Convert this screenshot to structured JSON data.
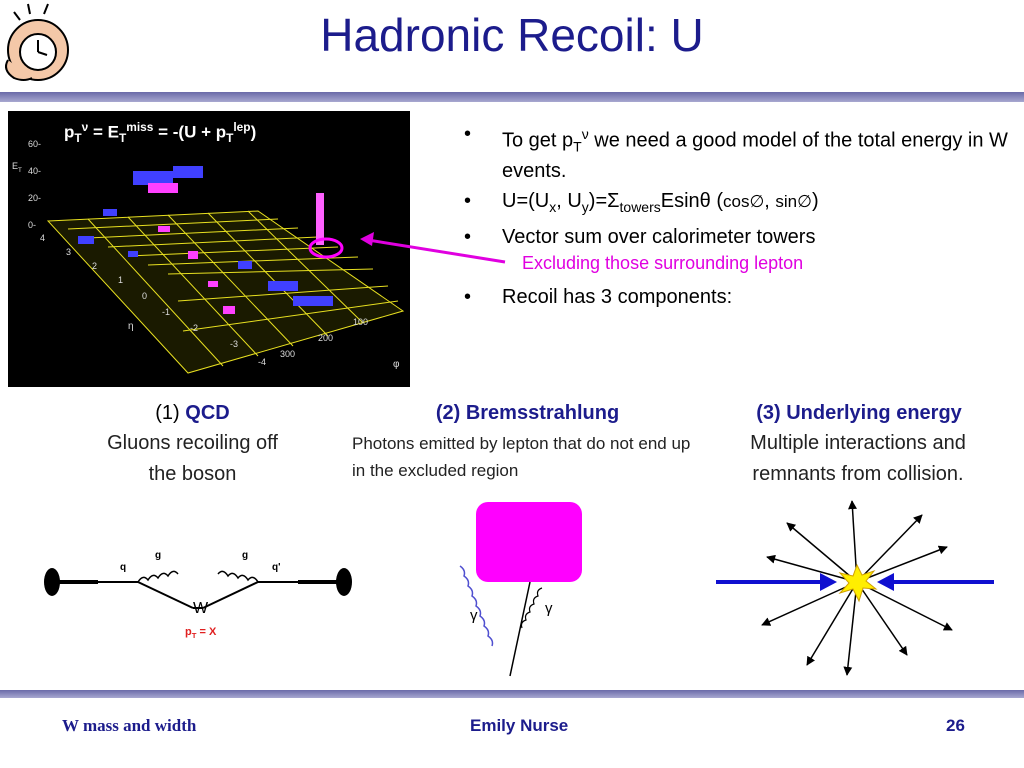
{
  "slide": {
    "title": "Hadronic Recoil: U",
    "plot_caption": {
      "pt": "p",
      "t_sub": "T",
      "nu_sup": "ν",
      "eq": " = E",
      "t_sub2": "T",
      "miss_sup": "miss",
      "rest": " = -(U + p",
      "t_sub3": "T",
      "lep_sup": "lep",
      "close": ")"
    },
    "plot_axes": {
      "et_label": "E",
      "et_sub": "T",
      "et_ticks": [
        "60-",
        "40-",
        "20-",
        "0-"
      ],
      "eta_label": "η",
      "eta_ticks": [
        "4",
        "3",
        "2",
        "1",
        "0",
        "-1",
        "-2",
        "-3",
        "-4"
      ],
      "phi_label": "φ",
      "phi_ticks": [
        "300",
        "200",
        "100"
      ]
    }
  },
  "bullets": {
    "b1": {
      "text_a": "To get p",
      "sub": "T",
      "sup": "ν",
      "text_b": " we need a good model of the total energy in W events."
    },
    "b2": {
      "a": "U=(U",
      "x": "x",
      "b": ", U",
      "y": "y",
      "c": ")=",
      "sigma": "Σ",
      "towers": "towers",
      "d": "Esinθ (",
      "cos": "cos∅",
      "e": ", ",
      "sin": "sin∅",
      "f": ")"
    },
    "b3": "Vector sum over calorimeter towers",
    "b3_sub": "Excluding those surrounding lepton",
    "b4": "Recoil has 3 components:",
    "bullet_char": "•"
  },
  "components": {
    "qcd": {
      "num": "(1) ",
      "name": "QCD",
      "desc_line1": "Gluons  recoiling off",
      "desc_line2": "the boson"
    },
    "brem": {
      "name": "(2) Bremsstrahlung",
      "desc": "Photons emitted by lepton that do not end up in the excluded region"
    },
    "ue": {
      "name": "(3) Underlying energy",
      "desc_line1": "Multiple interactions and",
      "desc_line2": "remnants from collision."
    }
  },
  "feynman": {
    "q": "q",
    "g1": "g",
    "g2": "g",
    "qbar": "q'",
    "w": "W",
    "pt_label": "p",
    "pt_sub": "T",
    "pt_eq": " = X"
  },
  "brem_diagram": {
    "gamma1": "γ",
    "gamma2": "γ"
  },
  "footer": {
    "left": "W mass and width",
    "center": "Emily Nurse",
    "page": "26"
  },
  "colors": {
    "title": "#1c1c8c",
    "accent": "#e000e0",
    "arrow_blue": "#1010d0",
    "star": "#ffee00"
  }
}
